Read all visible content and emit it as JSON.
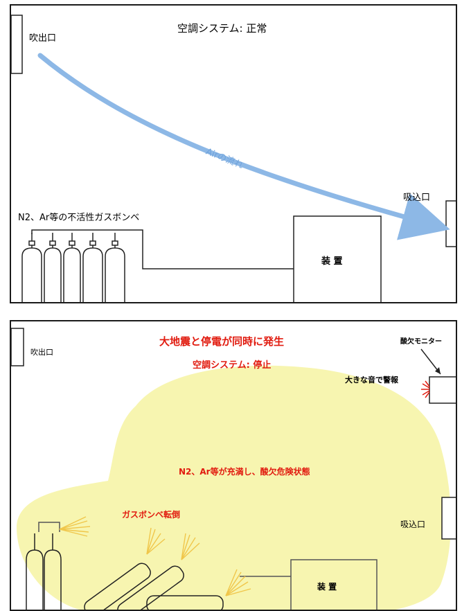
{
  "top": {
    "status": "空調システム: 正常",
    "outlet": "吹出口",
    "inlet": "吸込口",
    "airflow": "Airの流れ",
    "gas_label": "N2、Ar等の不活性ガスボンベ",
    "device": "装 置"
  },
  "bottom": {
    "headline": "大地震と停電が同時に発生",
    "status": "空調システム: 停止",
    "outlet": "吹出口",
    "inlet": "吸込口",
    "monitor": "酸欠モニター",
    "alarm": "大きな音で警報",
    "condition": "N2、Ar等が充満し、酸欠危険状態",
    "cylinders_fell": "ガスボンベ転倒",
    "device": "装 置"
  },
  "colors": {
    "airflow": "#8db8e6",
    "gas_cloud": "#f7f5b0",
    "alert_red": "#e11b0f",
    "spray": "#f0c64a"
  }
}
